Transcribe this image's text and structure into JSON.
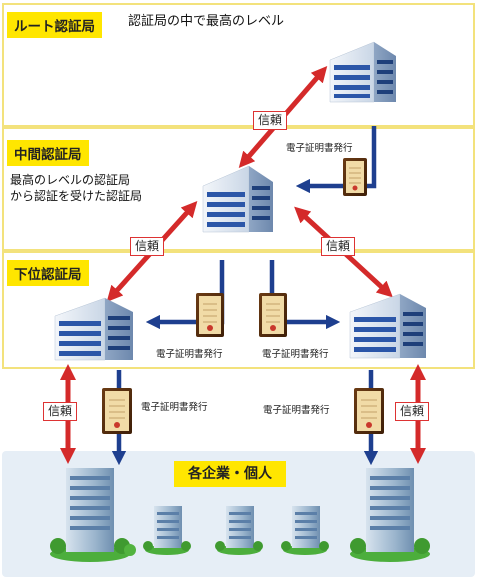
{
  "tiers": {
    "root": {
      "label": "ルート認証局",
      "description": "認証局の中で最高のレベル"
    },
    "intermediate": {
      "label": "中間認証局",
      "description_line1": "最高のレベルの認証局",
      "description_line2": "から認証を受けた認証局"
    },
    "subordinate": {
      "label": "下位認証局"
    }
  },
  "bottom": {
    "label": "各企業・個人"
  },
  "trust_label": "信頼",
  "cert_label": "電子証明書発行",
  "colors": {
    "trust_arrow": "#d42a2a",
    "issue_arrow": "#1e3f8f",
    "tier_border": "#f3e27c",
    "label_bg": "#ffe600"
  }
}
